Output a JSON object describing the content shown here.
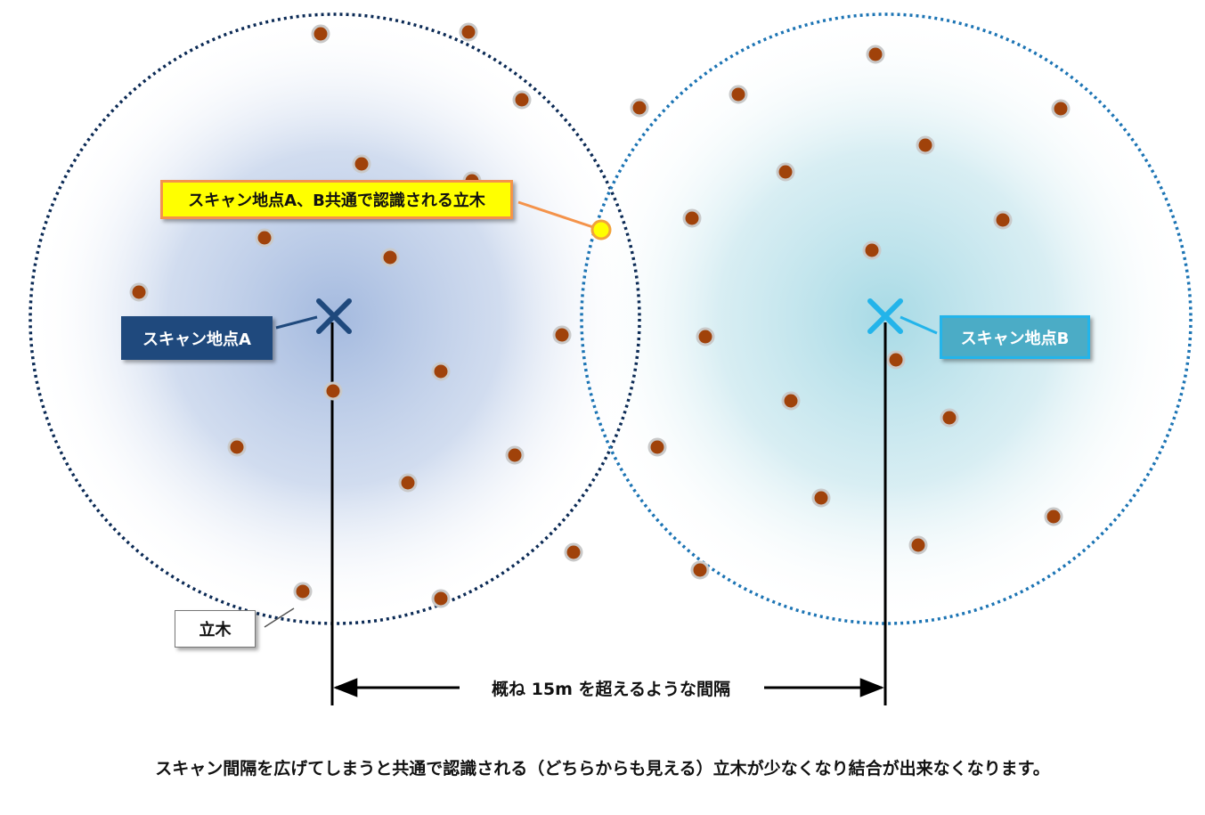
{
  "labels": {
    "common_tree": "スキャン地点A、B共通で認識される立木",
    "scan_point_a": "スキャン地点A",
    "scan_point_b": "スキャン地点B",
    "tree": "立木",
    "distance": "概ね 15m を超えるような間隔"
  },
  "caption": "スキャン間隔を広げてしまうと共通で認識される（どちらからも見える）立木が少なくなり結合が出来なくなります。",
  "colors": {
    "circle_a": "#0b2a55",
    "circle_b": "#1c74b4",
    "marker_a": "#1f497d",
    "marker_b": "#23b4ea",
    "tree_fill": "#a0420a",
    "tree_ring": "#c9c9c9",
    "common_tree_fill": "#ffff00",
    "common_tree_ring": "#f2a33a"
  }
}
